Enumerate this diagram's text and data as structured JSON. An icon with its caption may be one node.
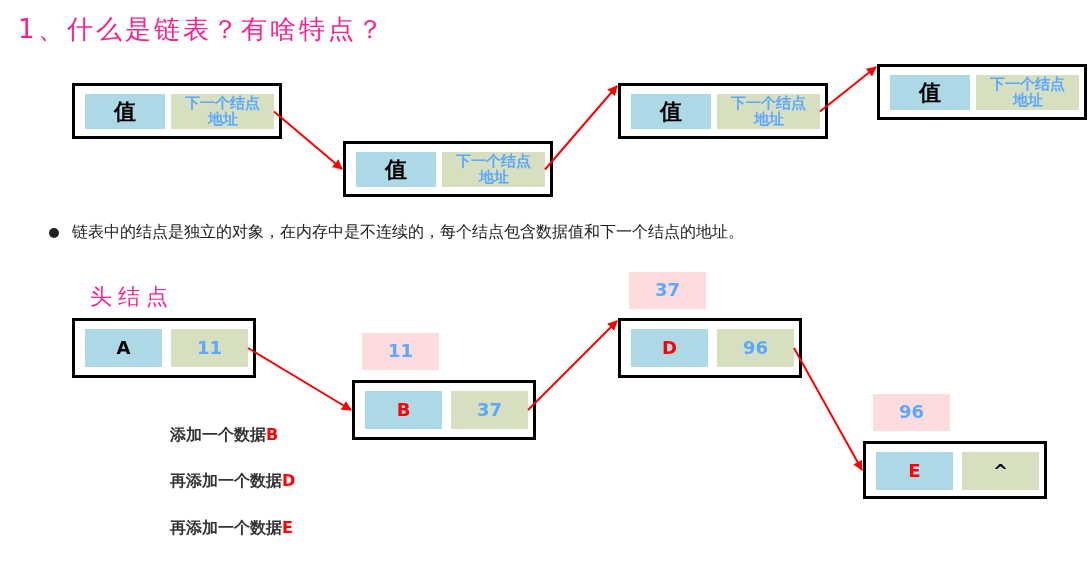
{
  "diagram": {
    "title": "1、什么是链表？有啥特点？",
    "nodes": [
      {
        "text": [],
        "shape": "box"
      },
      {
        "text": [
          "值"
        ],
        "in": 0
      },
      {
        "text": [
          "下一个结点地址"
        ],
        "in": 0
      },
      {
        "text": [],
        "shape": "box"
      },
      {
        "text": [
          "值"
        ],
        "in": 3
      },
      {
        "text": [
          "下一个结点地址"
        ],
        "in": 3
      },
      {
        "text": [],
        "shape": "box"
      },
      {
        "text": [
          "值"
        ],
        "in": 6
      },
      {
        "text": [
          "下一个结点地址"
        ],
        "in": 6
      },
      {
        "text": [],
        "shape": "box"
      },
      {
        "text": [
          "值"
        ],
        "in": 9
      },
      {
        "text": [
          "下一个结点地址"
        ],
        "in": 9
      },
      {
        "text": [
          "头结点"
        ]
      },
      {
        "text": [
          "A"
        ],
        "in": 12
      },
      {
        "text": [
          "11"
        ],
        "in": 12
      },
      {
        "text": [
          "11"
        ]
      },
      {
        "text": [],
        "shape": "box"
      },
      {
        "text": [
          "B"
        ],
        "in": 16
      },
      {
        "text": [
          "37"
        ],
        "in": 16
      },
      {
        "text": [
          "37"
        ]
      },
      {
        "text": [],
        "shape": "box"
      },
      {
        "text": [
          "D"
        ],
        "in": 20
      },
      {
        "text": [
          "96"
        ],
        "in": 20
      },
      {
        "text": [
          "96"
        ]
      },
      {
        "text": [],
        "shape": "box"
      },
      {
        "text": [
          "E"
        ],
        "in": 24
      },
      {
        "text": [
          "^"
        ],
        "in": 24
      }
    ],
    "edges": [
      {
        "from": 2,
        "to": 3,
        "arrow": "to"
      },
      {
        "from": 5,
        "to": 6,
        "arrow": "to"
      },
      {
        "from": 8,
        "to": 9,
        "arrow": "to"
      },
      {
        "from": 14,
        "to": 16,
        "arrow": "to"
      },
      {
        "from": 18,
        "to": 20,
        "arrow": "to"
      },
      {
        "from": 22,
        "to": 24,
        "arrow": "to"
      }
    ],
    "labels": [
      "链表中的结点是独立的对象，在内存中是不连续的，每个结点包含数据值和下一个结点的地址。",
      "添加一个数据B",
      "再添加一个数据D",
      "再添加一个数据E"
    ]
  }
}
